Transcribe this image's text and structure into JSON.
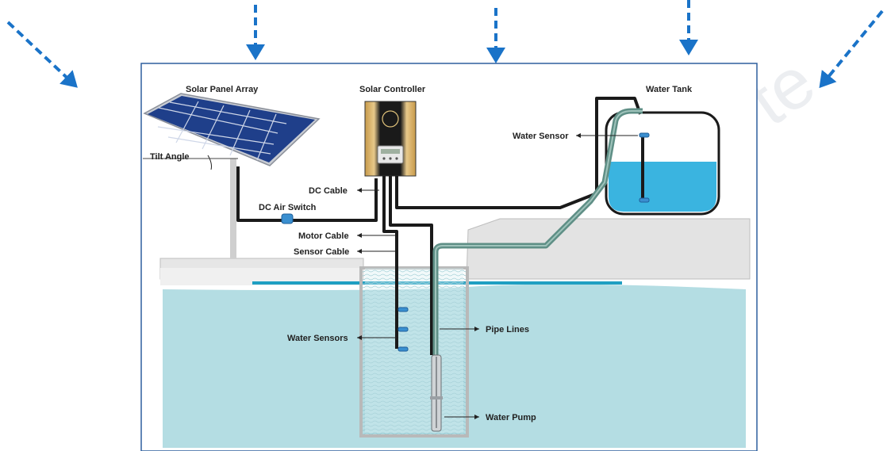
{
  "title_labels": {
    "solar_panel_array": "Solar Panel Array",
    "solar_controller": "Solar Controller",
    "water_tank": "Water Tank"
  },
  "callouts": {
    "tilt_angle": "Tilt Angle",
    "dc_air_switch": "DC Air Switch",
    "dc_cable": "DC Cable",
    "motor_cable": "Motor Cable",
    "sensor_cable": "Sensor Cable",
    "water_sensor": "Water Sensor",
    "water_sensors": "Water Sensors",
    "pipe_lines": "Pipe Lines",
    "water_pump": "Water Pump"
  },
  "watermark": "te",
  "colors": {
    "arrow_blue": "#1a73c8",
    "frame_border": "#2e5f9e",
    "ground_water": "#b4dde3",
    "tank_water": "#3ab4e0",
    "pipe_green": "#5f8f86",
    "panel_blue": "#1f3f8a",
    "controller_dark": "#1a1a1a",
    "controller_gold": "#c79a4a",
    "ground_grey": "#d9d9d9"
  }
}
